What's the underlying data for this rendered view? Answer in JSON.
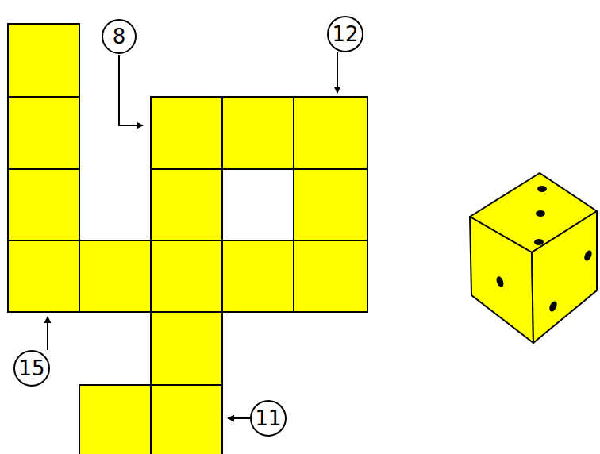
{
  "diagram": {
    "nodes": [
      {
        "text": [
          "8"
        ]
      },
      {
        "text": [
          "12"
        ]
      },
      {
        "text": [
          "15"
        ]
      },
      {
        "text": [
          "11"
        ]
      }
    ]
  }
}
